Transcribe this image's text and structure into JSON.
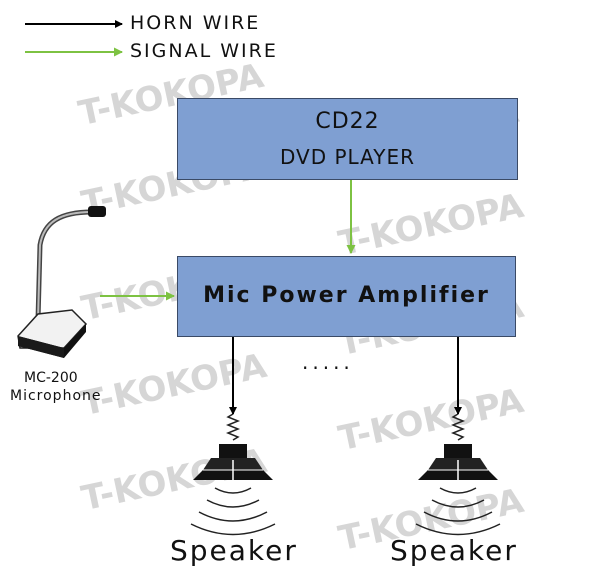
{
  "legend": {
    "horn_wire": "HORN WIRE",
    "signal_wire": "SIGNAL WIRE"
  },
  "dvd_player": {
    "model": "CD22",
    "name": "DVD PLAYER"
  },
  "amplifier": {
    "name": "Mic Power Amplifier"
  },
  "microphone": {
    "model": "MC-200",
    "name": "Microphone"
  },
  "more_outputs": ".....",
  "speakers": [
    {
      "label": "Speaker"
    },
    {
      "label": "Speaker"
    }
  ],
  "watermark": "T-KOKOPA",
  "colors": {
    "horn_wire": "#000000",
    "signal_wire": "#7dc242",
    "box_fill": "#7f9fd2",
    "watermark": "#c9c9c9"
  }
}
